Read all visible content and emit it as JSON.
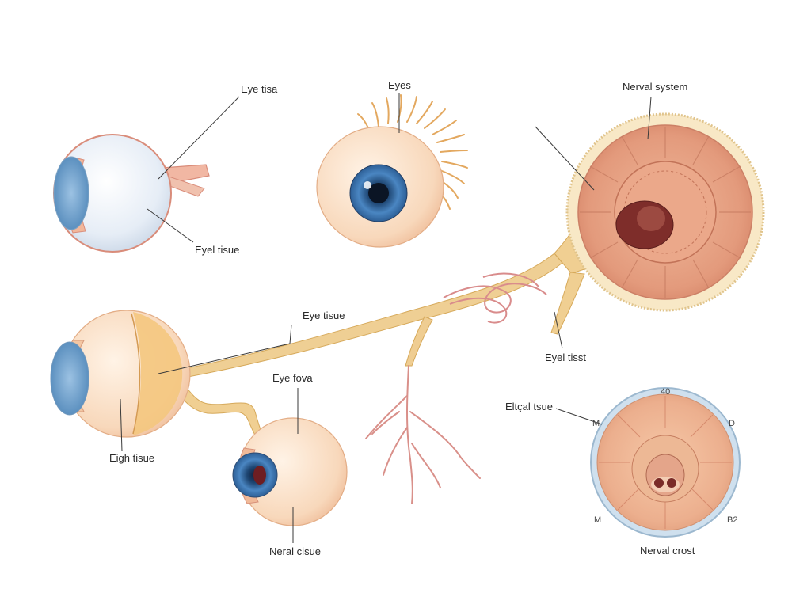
{
  "labels": {
    "eye_tisa": "Eye tisa",
    "eyes": "Eyes",
    "nerval_system": "Nerval system",
    "eyel_tisue": "Eyel tisue",
    "eye_tisue": "Eye tisue",
    "eyel_tisst": "Eyel tisst",
    "eye_fova": "Eye fova",
    "eltcal_tsue": "Eltçal tsue",
    "eigh_tisue": "Eigh tisue",
    "neral_cisue": "Neral cisue",
    "nerval_crost": "Nerval crost"
  },
  "dial_marks": {
    "top": "40",
    "left": "M",
    "right": "D",
    "bottom_left": "M",
    "bottom_right": "B2"
  },
  "colors": {
    "nerve": "#ecc98c",
    "skin": "#f7d9bd",
    "iris": "#4a86c2",
    "tissue": "#e7a58a",
    "vessel": "#d98c8c",
    "dial_ring": "#bcd3e6"
  }
}
